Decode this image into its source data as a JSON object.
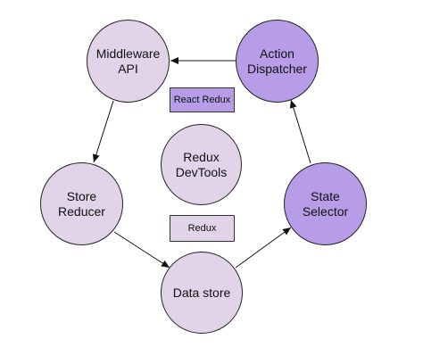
{
  "colors": {
    "node_light": "#e2d4e8",
    "node_dark": "#b79de8",
    "stroke": "#222222"
  },
  "nodes": {
    "middleware_api": "Middleware\nAPI",
    "action_dispatcher": "Action\nDispatcher",
    "redux_devtools": "Redux\nDevTools",
    "store_reducer": "Store\nReducer",
    "state_selector": "State\nSelector",
    "data_store": "Data store"
  },
  "labels": {
    "react_redux": "React Redux",
    "redux": "Redux"
  },
  "edges": [
    {
      "from": "action_dispatcher",
      "to": "middleware_api"
    },
    {
      "from": "middleware_api",
      "to": "store_reducer"
    },
    {
      "from": "store_reducer",
      "to": "data_store"
    },
    {
      "from": "data_store",
      "to": "state_selector"
    },
    {
      "from": "state_selector",
      "to": "action_dispatcher"
    }
  ]
}
